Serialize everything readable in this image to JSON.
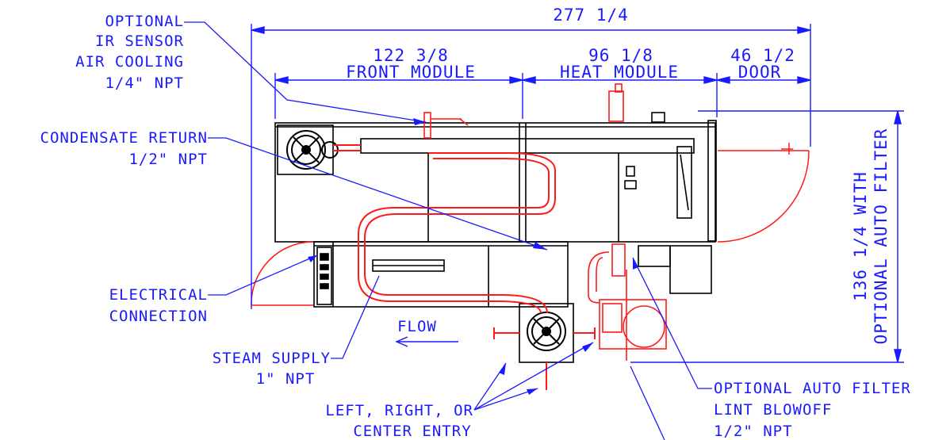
{
  "colors": {
    "annotation": "#1a1aff",
    "equipment": "#000000",
    "optional": "#ff1a1a"
  },
  "dimensions": {
    "overall_length": "277 1/4",
    "front_module": {
      "value": "122 3/8",
      "label": "FRONT MODULE"
    },
    "heat_module": {
      "value": "96 1/8",
      "label": "HEAT MODULE"
    },
    "door": {
      "value": "46 1/2",
      "label": "DOOR"
    },
    "overall_depth": {
      "line1": "136 1/4 WITH",
      "line2": "OPTIONAL AUTO FILTER"
    }
  },
  "callouts": {
    "ir_sensor": [
      "OPTIONAL",
      "IR SENSOR",
      "AIR COOLING",
      "1/4\" NPT"
    ],
    "condensate_return": [
      "CONDENSATE RETURN",
      "1/2\" NPT"
    ],
    "electrical": [
      "ELECTRICAL",
      "CONNECTION"
    ],
    "flow": "FLOW",
    "steam_supply": [
      "STEAM SUPPLY",
      "1\" NPT"
    ],
    "entry": [
      "LEFT, RIGHT, OR",
      "CENTER ENTRY"
    ],
    "auto_filter": [
      "OPTIONAL AUTO FILTER",
      "LINT BLOWOFF",
      "1/2\" NPT"
    ]
  }
}
